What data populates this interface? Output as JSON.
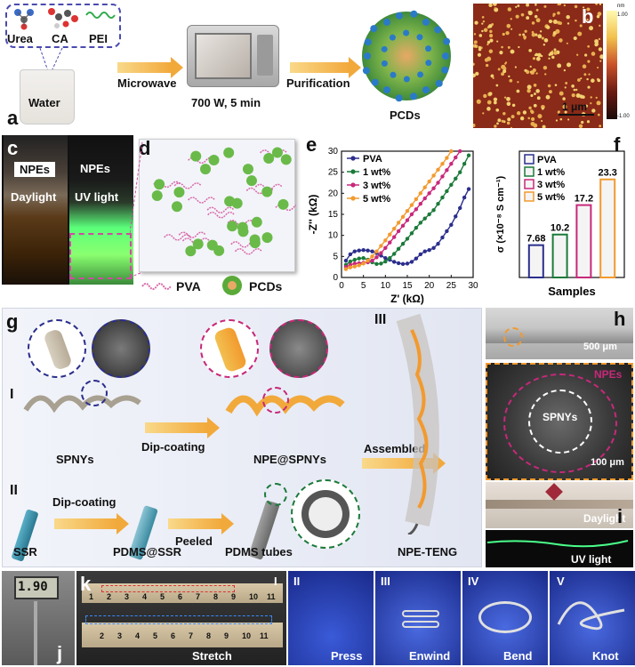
{
  "panel_a": {
    "label": "a",
    "reagents": [
      "Urea",
      "CA",
      "PEI"
    ],
    "beaker_label": "Water",
    "step1": "Microwave",
    "power": "700 W, 5 min",
    "step2": "Purification",
    "product": "PCDs"
  },
  "panel_b": {
    "label": "b",
    "scalebar": "1 μm",
    "colorbar_top": "nm",
    "colorbar_max": "1.00",
    "colorbar_min": "-1.00"
  },
  "panel_c": {
    "label": "c",
    "left_tag": "NPEs",
    "right_tag": "NPEs",
    "left_cond": "Daylight",
    "right_cond": "UV light"
  },
  "panel_d": {
    "label": "d",
    "legend_pva": "PVA",
    "legend_pcds": "PCDs"
  },
  "panel_e": {
    "label": "e",
    "ylabel": "-Z'' (kΩ)",
    "xlabel": "Z' (kΩ)",
    "yticks": [
      "0",
      "5",
      "10",
      "15",
      "20",
      "25",
      "30"
    ],
    "xticks": [
      "0",
      "5",
      "10",
      "15",
      "20",
      "25",
      "30"
    ],
    "legend": [
      "PVA",
      "1 wt%",
      "3 wt%",
      "5 wt%"
    ],
    "colors": [
      "#2b2e8c",
      "#1b7a3a",
      "#c8287a",
      "#f29a2e"
    ]
  },
  "panel_f": {
    "label": "f",
    "ylabel": "σ (×10⁻⁸ S cm⁻¹)",
    "xlabel": "Samples",
    "legend": [
      "PVA",
      "1 wt%",
      "3 wt%",
      "5 wt%"
    ]
  },
  "chart_data": [
    {
      "type": "line",
      "xlabel": "Z' (kΩ)",
      "ylabel": "-Z'' (kΩ)",
      "xlim": [
        0,
        30
      ],
      "ylim": [
        0,
        30
      ],
      "series": [
        {
          "name": "PVA",
          "x": [
            1,
            2,
            3,
            4,
            5,
            6,
            7,
            8,
            9,
            10,
            11,
            12,
            13,
            14,
            15,
            16,
            17,
            18,
            19,
            20,
            21,
            22,
            23,
            24,
            25,
            26,
            27,
            28,
            29
          ],
          "y": [
            4,
            5.5,
            6.2,
            6.4,
            6.5,
            6.4,
            6.2,
            5.8,
            5.2,
            4.6,
            4.2,
            3.7,
            3.4,
            3.2,
            3.3,
            3.7,
            4.5,
            5.5,
            6.2,
            6.5,
            7,
            8,
            9.5,
            11,
            12.5,
            14.5,
            16.5,
            19,
            21
          ]
        },
        {
          "name": "1 wt%",
          "x": [
            1,
            2,
            3,
            4,
            5,
            6,
            7,
            8,
            9,
            10,
            11,
            12,
            13,
            14,
            15,
            16,
            17,
            18,
            19,
            20,
            21,
            22,
            23,
            24,
            25,
            26,
            27,
            28,
            29
          ],
          "y": [
            3,
            3.8,
            4.2,
            4.5,
            4.6,
            4.2,
            3.6,
            3.2,
            3.3,
            3.8,
            4.6,
            5.6,
            6.8,
            8,
            9.2,
            10.5,
            11.8,
            13,
            14,
            15,
            16,
            17.5,
            19,
            20.5,
            22,
            23.5,
            25,
            27,
            29
          ]
        },
        {
          "name": "3 wt%",
          "x": [
            1,
            2,
            3,
            4,
            5,
            6,
            7,
            8,
            9,
            10,
            11,
            12,
            13,
            14,
            15,
            16,
            17,
            18,
            19,
            20,
            21,
            22,
            23,
            24,
            25,
            26,
            27
          ],
          "y": [
            2.5,
            3.0,
            3.3,
            3.4,
            3.5,
            3.6,
            4.0,
            4.8,
            5.8,
            7,
            8.3,
            9.6,
            11,
            12.3,
            13.6,
            15,
            16.2,
            17.5,
            18.8,
            20,
            21.2,
            22.5,
            24,
            25.5,
            27,
            28.5,
            30
          ]
        },
        {
          "name": "5 wt%",
          "x": [
            1,
            2,
            3,
            4,
            5,
            6,
            7,
            8,
            9,
            10,
            11,
            12,
            13,
            14,
            15,
            16,
            17,
            18,
            19,
            20,
            21,
            22,
            23,
            24,
            25
          ],
          "y": [
            2.0,
            2.4,
            2.6,
            2.9,
            3.3,
            4.0,
            5.0,
            6.2,
            7.5,
            8.8,
            10.2,
            11.6,
            13.0,
            14.4,
            15.8,
            17.2,
            18.6,
            20,
            21.4,
            22.8,
            24.2,
            25.6,
            27,
            28.4,
            30
          ]
        }
      ]
    },
    {
      "type": "bar",
      "xlabel": "Samples",
      "ylabel": "σ (×10⁻⁸ S cm⁻¹)",
      "categories": [
        "PVA",
        "1 wt%",
        "3 wt%",
        "5 wt%"
      ],
      "values": [
        7.68,
        10.2,
        17.2,
        23.3
      ],
      "labels": [
        "7.68",
        "10.2",
        "17.2",
        "23.3"
      ],
      "ylim": [
        0,
        30
      ]
    }
  ],
  "panel_g": {
    "label": "g",
    "row1_roman": "I",
    "row2_roman": "II",
    "col3_roman": "III",
    "spnys": "SPNYs",
    "dip1": "Dip-coating",
    "npe_spnys": "NPE@SPNYs",
    "assembled": "Assembled",
    "ssr": "SSR",
    "dip2": "Dip-coating",
    "pdms_ssr": "PDMS@SSR",
    "peeled": "Peeled",
    "pdms_tubes": "PDMS tubes",
    "npe_teng": "NPE-TENG"
  },
  "panel_h": {
    "label": "h",
    "scale1": "500 μm",
    "npes": "NPEs",
    "spnys": "SPNYs",
    "scale2": "100 μm"
  },
  "panel_i": {
    "label": "i",
    "daylight": "Daylight",
    "uv": "UV light"
  },
  "panel_j": {
    "label": "j",
    "readout": "1.90"
  },
  "panel_k": {
    "label": "k",
    "roman": [
      "I",
      "II",
      "III",
      "IV",
      "V"
    ],
    "actions": [
      "Stretch",
      "Press",
      "Enwind",
      "Bend",
      "Knot"
    ],
    "ruler_top": [
      "1",
      "2",
      "3",
      "4",
      "5",
      "6",
      "7",
      "8",
      "9",
      "10",
      "11"
    ],
    "ruler_bottom": [
      "2",
      "3",
      "4",
      "5",
      "6",
      "7",
      "8",
      "9",
      "10",
      "11"
    ]
  }
}
